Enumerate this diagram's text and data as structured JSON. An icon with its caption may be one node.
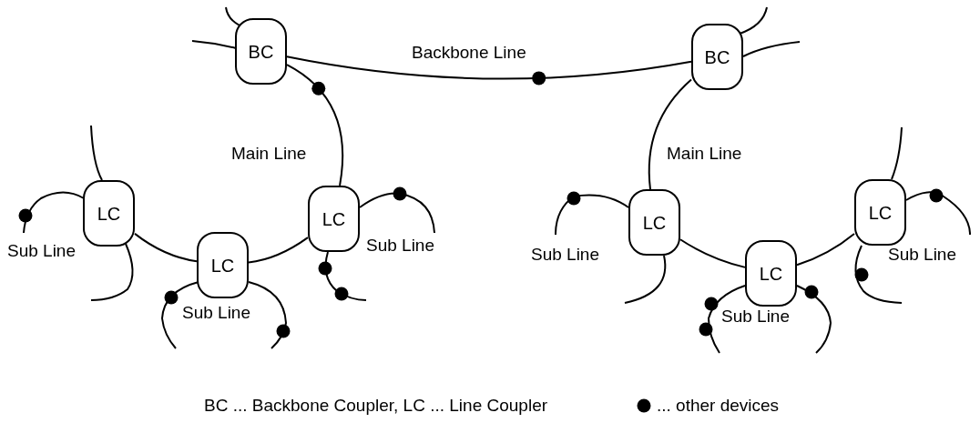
{
  "diagram": {
    "nodes": [
      {
        "text": [
          "BC"
        ]
      },
      {
        "text": [
          "BC"
        ]
      },
      {
        "text": [
          "LC"
        ],
        "beside": [
          "Sub Line"
        ]
      },
      {
        "text": [
          "LC"
        ],
        "beside": [
          "Sub Line"
        ]
      },
      {
        "text": [
          "LC"
        ],
        "beside": [
          "Sub Line"
        ]
      },
      {
        "text": [
          "LC"
        ],
        "beside": [
          "Sub Line"
        ]
      },
      {
        "text": [
          "LC"
        ],
        "beside": [
          "Sub Line"
        ]
      },
      {
        "text": [
          "LC"
        ],
        "beside": [
          "Sub Line"
        ]
      }
    ],
    "edges": [
      {
        "from": 0,
        "to": 1,
        "arrow": "none",
        "label": "Backbone Line"
      },
      {
        "from": 0,
        "to": 4,
        "arrow": "none",
        "label": "Main Line"
      },
      {
        "from": 4,
        "to": 3,
        "arrow": "none"
      },
      {
        "from": 3,
        "to": 2,
        "arrow": "none"
      },
      {
        "from": 1,
        "to": 5,
        "arrow": "none",
        "label": "Main Line"
      },
      {
        "from": 5,
        "to": 6,
        "arrow": "none"
      },
      {
        "from": 6,
        "to": 7,
        "arrow": "none"
      }
    ],
    "labels": [
      "BC ... Backbone Coupler, LC ... Line Coupler"
    ],
    "legend": [
      {
        "text": "... other devices"
      }
    ]
  }
}
